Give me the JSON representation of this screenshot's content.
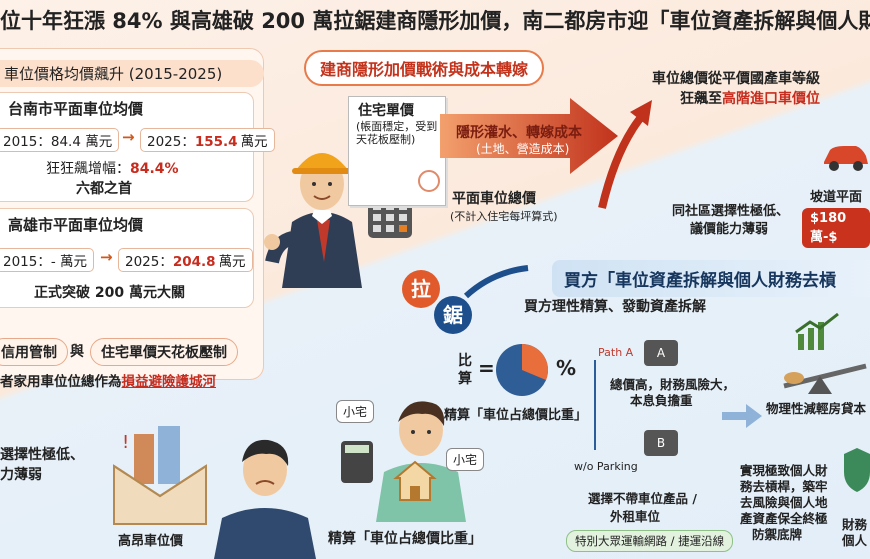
{
  "headline": "位十年狂漲 84% 與高雄破 200 萬拉鋸建商隱形加價，南二都房市迎「車位資產拆解與個人財務去",
  "left_panel": {
    "ribbon": "車位價格均價飆升 (2015-2025)",
    "tainan": {
      "title": "台南市平面車位均價",
      "y2015": "2015：84.4 萬元",
      "y2025_label": "2025：",
      "y2025_value": "155.4",
      "y2025_unit": "萬元",
      "increase_label": "狂狂飆增幅：",
      "increase_value": "84.4%",
      "rank": "六都之首"
    },
    "kaohsiung": {
      "title": "高雄市平面車位均價",
      "y2015": "2015：- 萬元",
      "y2025_label": "2025：",
      "y2025_value": "204.8",
      "y2025_unit": "萬元",
      "milestone": "正式突破 200 萬元大關"
    },
    "pill_a": "信用管制",
    "and": "與",
    "pill_b": "住宅單價天花板壓制",
    "note_prefix": "者家用車位位總作為",
    "note_highlight": "損益避險護城河"
  },
  "center_top": {
    "title": "建商隱形加價戰術與成本轉嫁",
    "paper_title": "住宅單價",
    "paper_note": "(帳面穩定，受到天花板壓制)",
    "arrow_main": "隱形灌水、轉嫁成本",
    "arrow_sub": "(土地、營造成本)",
    "parking_total": "平面車位總價",
    "parking_total_sub": "(不計入住宅每坪算式)"
  },
  "right_top": {
    "line1": "車位總價從平價國產車等級",
    "line2_prefix": "狂飆至",
    "line2_highlight": "高階進口車價位",
    "ramp": "坡道平面",
    "price": "$180萬-$",
    "weak1": "同社區選擇性極低、",
    "weak2": "議價能力薄弱"
  },
  "tug": {
    "left": "拉",
    "right": "鋸"
  },
  "buyer": {
    "banner": "買方「車位資產拆解與個人財務去槓",
    "subtitle": "買方理性精算、發動資產拆解",
    "ratio_label1": "比",
    "ratio_label2": "算",
    "equals": "=",
    "percent": "%",
    "ratio_caption": "精算「車位占總價比重」",
    "path_a": "Path A",
    "path_b": "B",
    "path_a_text1": "總價高，財務風險大，",
    "path_a_text2": "本息負擔重",
    "no_parking": "w/o Parking",
    "path_b_text1": "選擇不帶車位產品 /",
    "path_b_text2": "外租車位",
    "transit": "特別大眾運輸網路 / 捷運沿線",
    "reduce": "物理性減輕房貸本",
    "deleverage1": "實現極致個人財",
    "deleverage2": "務去槓桿，築牢",
    "deleverage3": "去風險與個人地",
    "deleverage4": "產資產保全終極",
    "deleverage5": "防禦底牌",
    "shield_text1": "財務",
    "shield_text2": "個人",
    "person_label": "精算「車位占總價比重」",
    "speech_small": "小宅",
    "speech_small2": "小宅"
  },
  "bottom_left": {
    "weak1": "選擇性極低、",
    "weak2": "力薄弱",
    "caption": "高昂車位價"
  },
  "colors": {
    "accent_red": "#c62d1f",
    "accent_orange": "#e0612a",
    "navy": "#16365e"
  }
}
